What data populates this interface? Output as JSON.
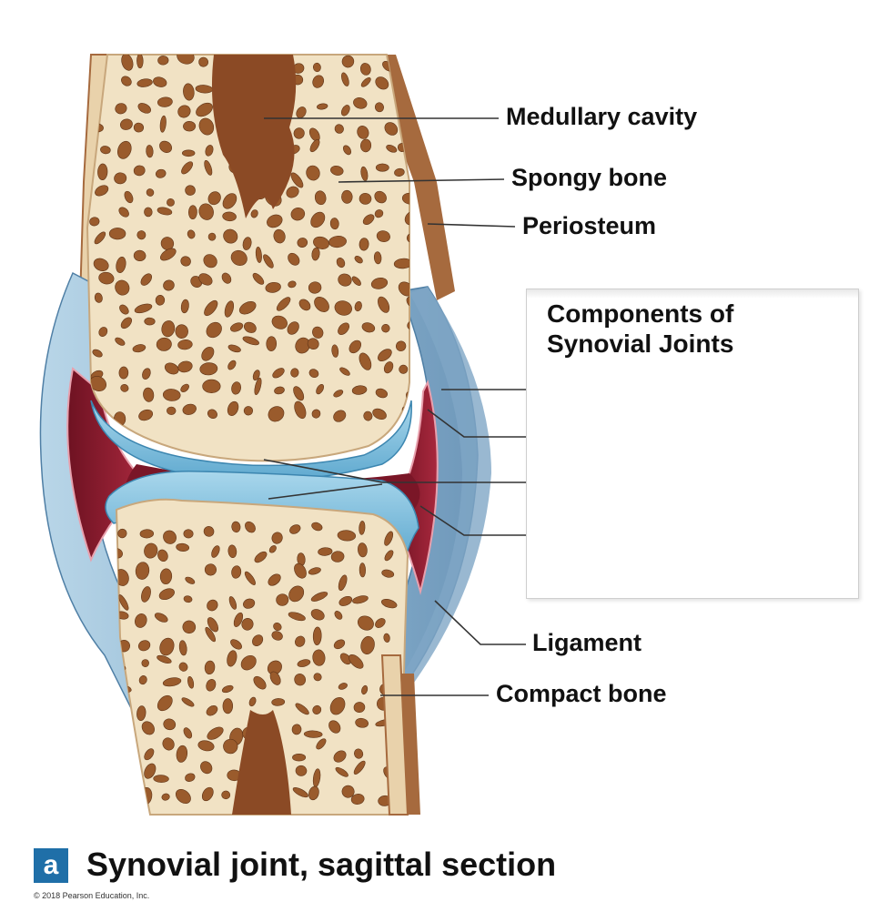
{
  "labels": {
    "medullary_cavity": "Medullary cavity",
    "spongy_bone": "Spongy bone",
    "periosteum": "Periosteum",
    "ligament": "Ligament",
    "compact_bone": "Compact bone"
  },
  "box": {
    "title": "Components of\nSynovial Joints"
  },
  "caption": {
    "badge": "a",
    "text": "Synovial joint, sagittal section"
  },
  "copyright": "© 2018 Pearson Education, Inc.",
  "colors": {
    "bone": "#f1e2c4",
    "pore": "#9a5b2c",
    "medullary": "#8b4a25",
    "periosteum": "#a66a3e",
    "capsule": "#9fc3dc",
    "cartilage": "#8cc6e0",
    "synovial_cavity": "#8c1c2e",
    "badge": "#1f6fa8"
  }
}
